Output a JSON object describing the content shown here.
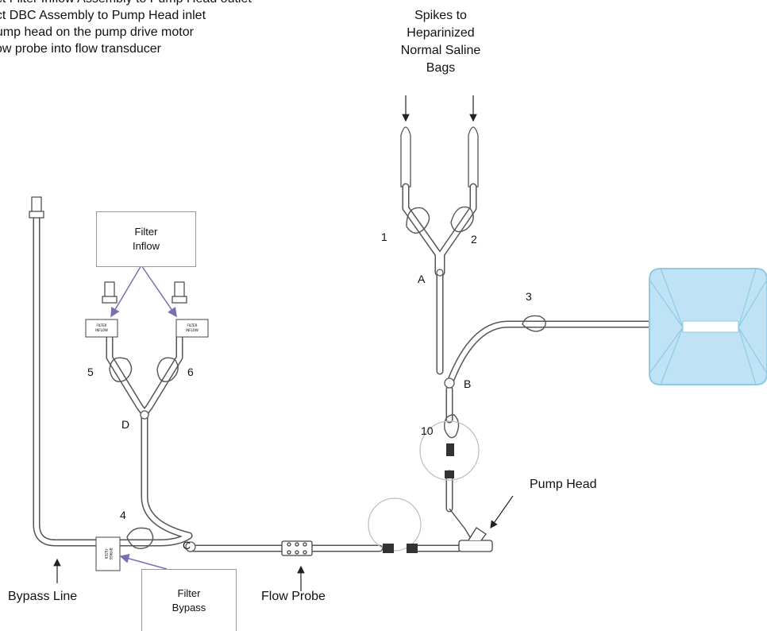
{
  "instructions": [
    "ect Filter Inflow Assembly to Pump Head outlet",
    "ect DBC Assembly to Pump Head inlet",
    "pump head on the pump drive motor",
    "flow probe into flow transducer"
  ],
  "labels": {
    "spikes": [
      "Spikes to",
      "Heparinized",
      "Normal Saline",
      "Bags"
    ],
    "pump_head": "Pump Head",
    "bypass_line": "Bypass Line",
    "flow_probe": "Flow Probe"
  },
  "callouts": {
    "filter_inflow": [
      "Filter",
      "Inflow"
    ],
    "filter_bypass": [
      "Filter",
      "Bypass"
    ]
  },
  "clamp_numbers": [
    "1",
    "2",
    "3",
    "4",
    "5",
    "6",
    "10"
  ],
  "junction_letters": [
    "A",
    "B",
    "C",
    "D"
  ],
  "tag_text": {
    "filter_inflow_tag": "FILTER INFLOW",
    "filter_bypass_tag": "FILTER BYPASS"
  },
  "colors": {
    "tubing": "#555555",
    "callout_arrow": "#7b6fb0",
    "bag_fill": "#bfe3f5",
    "bag_stroke": "#8ecae6"
  }
}
